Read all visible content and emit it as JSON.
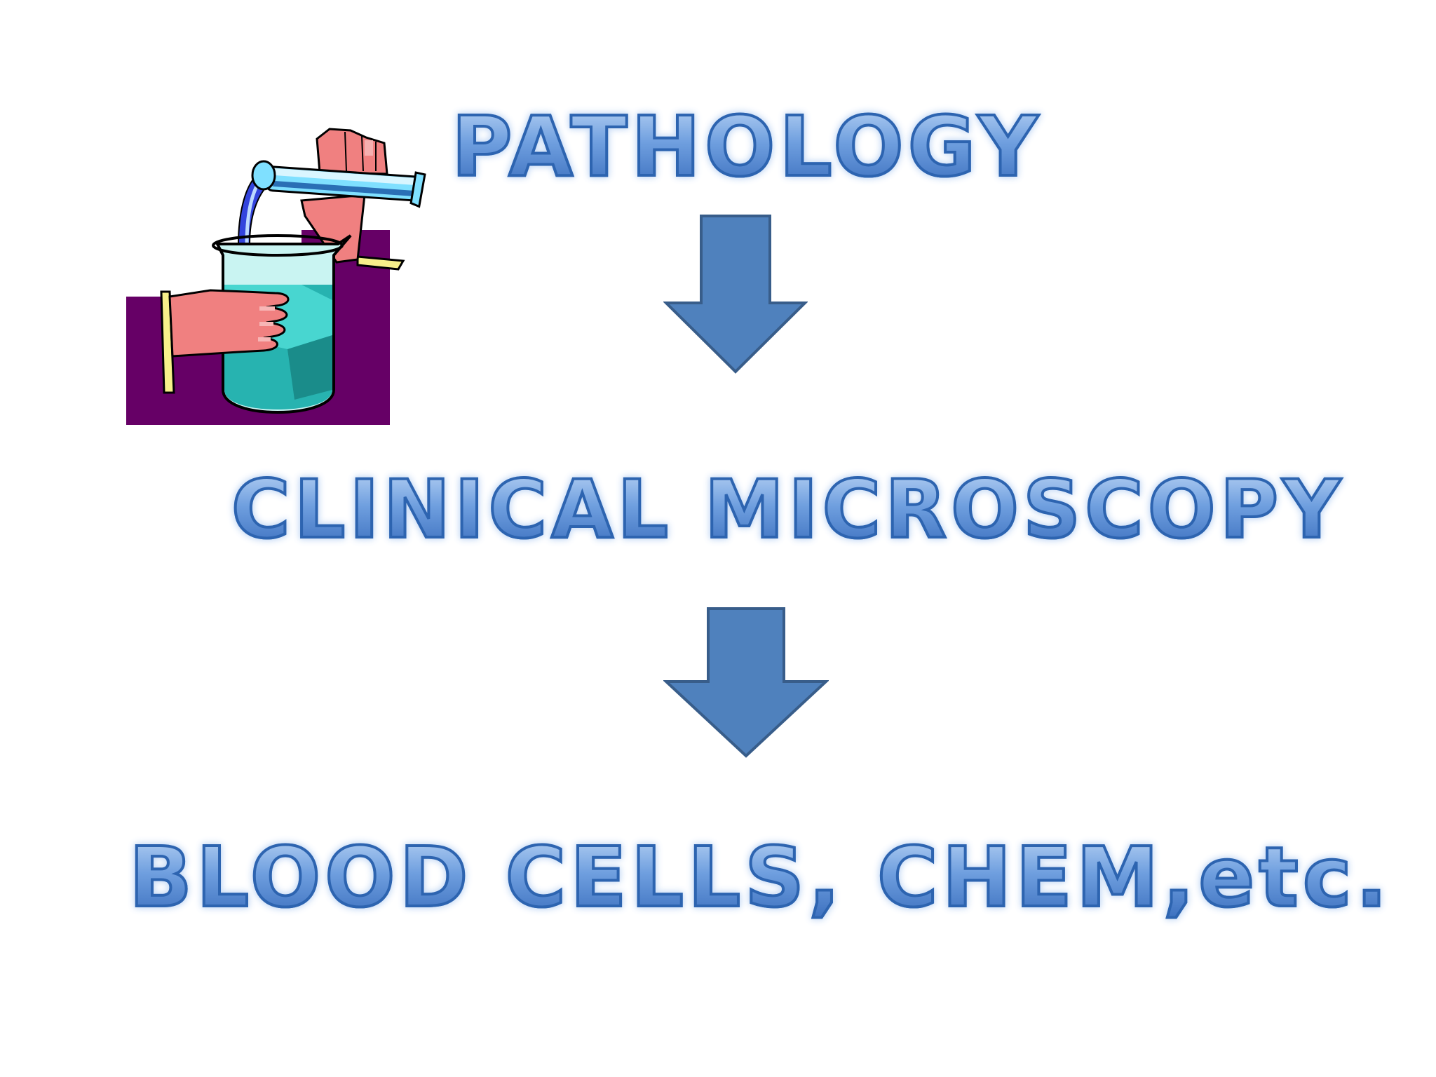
{
  "slide": {
    "title_top": "PATHOLOGY",
    "title_middle": "CLINICAL MICROSCOPY",
    "title_bottom": "BLOOD CELLS, CHEM,etc."
  },
  "clipart": {
    "icon": "lab-beaker-test-tube-icon"
  },
  "colors": {
    "text_gradient_top": "#b4d0f3",
    "text_gradient_bottom": "#3c70bf",
    "text_outline": "#2d64b0",
    "arrow_fill": "#4f81bd",
    "arrow_stroke": "#385d8a",
    "clipart_background": "#660066"
  }
}
